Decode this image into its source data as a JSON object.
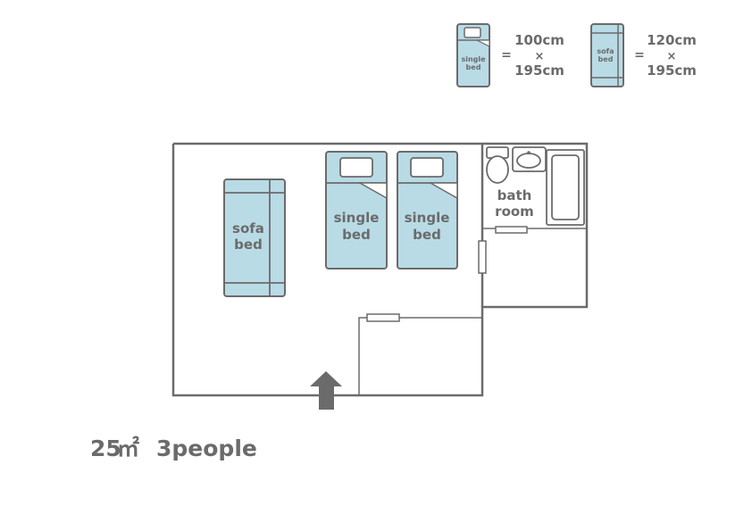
{
  "legend": {
    "single_bed_icon_label_1": "single",
    "single_bed_icon_label_2": "bed",
    "sofa_bed_icon_label_1": "sofa",
    "sofa_bed_icon_label_2": "bed",
    "equals": "=",
    "single_bed_width": "100cm",
    "single_bed_times": "×",
    "single_bed_length": "195cm",
    "sofa_bed_width": "120cm",
    "sofa_bed_times": "×",
    "sofa_bed_length": "195cm"
  },
  "floorplan": {
    "sofa_bed_label_1": "sofa",
    "sofa_bed_label_2": "bed",
    "single_bed_label_1": "single",
    "single_bed_label_2": "bed",
    "bathroom_label_1": "bath",
    "bathroom_label_2": "room"
  },
  "room_info": {
    "area": "25",
    "area_unit": "㎡",
    "capacity": "3people"
  },
  "colors": {
    "bed_fill": "#b9dbe6",
    "line": "#6b6b6b"
  }
}
